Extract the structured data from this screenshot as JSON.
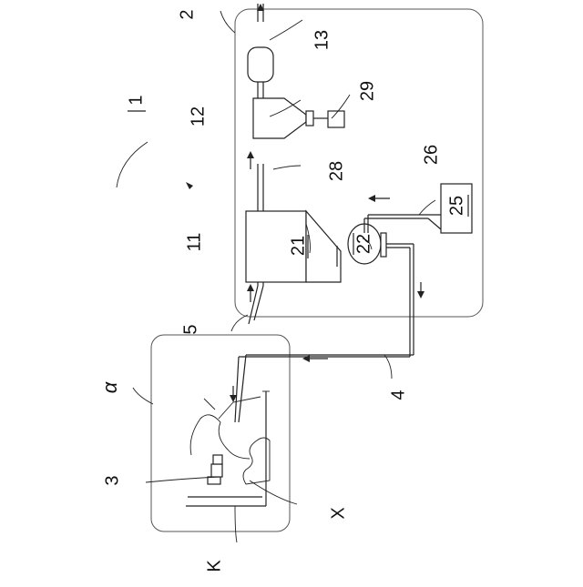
{
  "diagram": {
    "labels": {
      "system": "1",
      "building": "2",
      "body": "3",
      "return_line": "4",
      "suction_line": "5",
      "cyclone_tank": "11",
      "separator": "12",
      "filter": "13",
      "hopper": "21",
      "pump": "22",
      "source": "25",
      "supply_line": "26",
      "exhaust_line": "28",
      "collector": "29",
      "area": "α",
      "object": "X",
      "floor": "K"
    }
  }
}
